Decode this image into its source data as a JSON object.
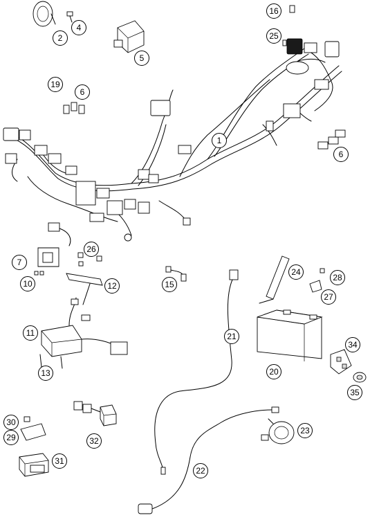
{
  "callouts": [
    {
      "id": "1",
      "label": "1"
    },
    {
      "id": "2",
      "label": "2"
    },
    {
      "id": "4",
      "label": "4"
    },
    {
      "id": "5",
      "label": "5"
    },
    {
      "id": "6a",
      "label": "6"
    },
    {
      "id": "6b",
      "label": "6"
    },
    {
      "id": "7",
      "label": "7"
    },
    {
      "id": "10",
      "label": "10"
    },
    {
      "id": "11",
      "label": "11"
    },
    {
      "id": "12",
      "label": "12"
    },
    {
      "id": "13",
      "label": "13"
    },
    {
      "id": "15",
      "label": "15"
    },
    {
      "id": "16",
      "label": "16"
    },
    {
      "id": "19",
      "label": "19"
    },
    {
      "id": "20",
      "label": "20"
    },
    {
      "id": "21",
      "label": "21"
    },
    {
      "id": "22",
      "label": "22"
    },
    {
      "id": "23",
      "label": "23"
    },
    {
      "id": "24",
      "label": "24"
    },
    {
      "id": "25",
      "label": "25"
    },
    {
      "id": "26",
      "label": "26"
    },
    {
      "id": "27",
      "label": "27"
    },
    {
      "id": "28",
      "label": "28"
    },
    {
      "id": "29",
      "label": "29"
    },
    {
      "id": "30",
      "label": "30"
    },
    {
      "id": "31",
      "label": "31"
    },
    {
      "id": "32",
      "label": "32"
    },
    {
      "id": "34",
      "label": "34"
    },
    {
      "id": "35",
      "label": "35"
    }
  ]
}
